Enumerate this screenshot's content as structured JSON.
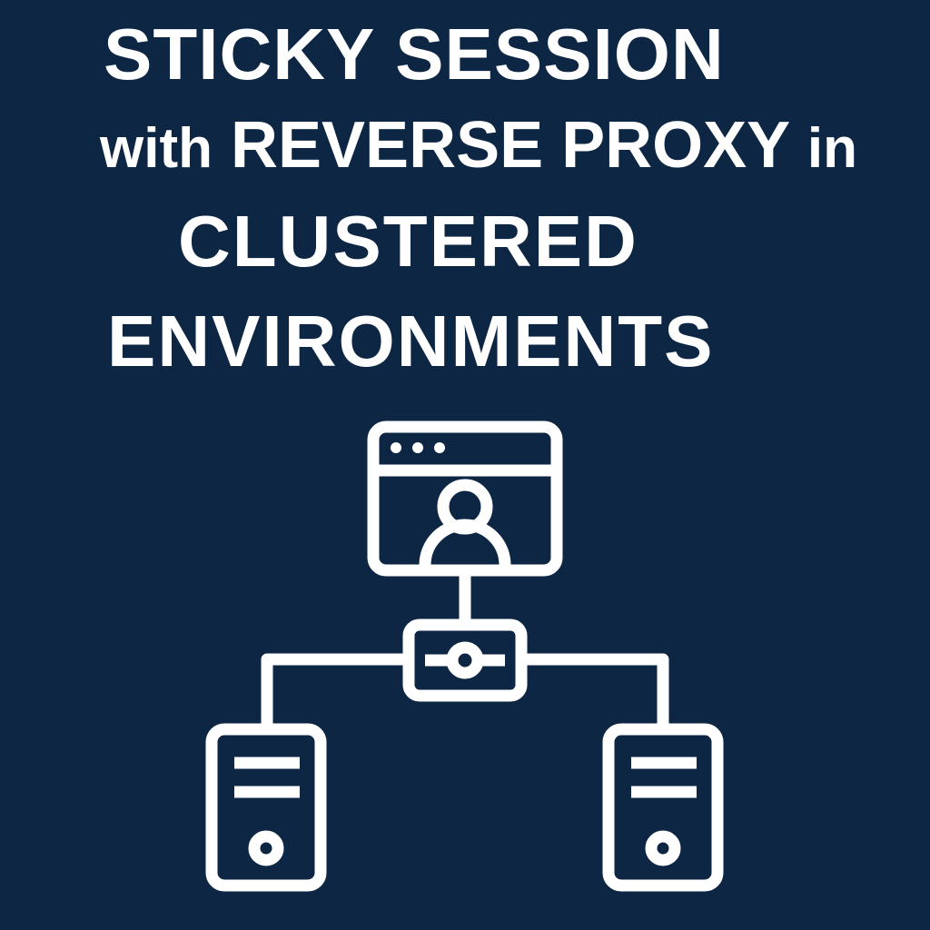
{
  "title": {
    "line1": "STICKY SESSION",
    "line2_prefix": "with",
    "line2_main": "REVERSE PROXY",
    "line2_suffix": "in",
    "line3": "CLUSTERED",
    "line4": "ENVIRONMENTS"
  },
  "colors": {
    "background": "#0d2644",
    "foreground": "#ffffff"
  },
  "diagram": {
    "nodes": [
      {
        "id": "client",
        "icon": "browser-user-icon",
        "label": ""
      },
      {
        "id": "proxy",
        "icon": "reverse-proxy-icon",
        "label": ""
      },
      {
        "id": "server-left",
        "icon": "server-icon",
        "label": ""
      },
      {
        "id": "server-right",
        "icon": "server-icon",
        "label": ""
      }
    ],
    "edges": [
      {
        "from": "client",
        "to": "proxy"
      },
      {
        "from": "proxy",
        "to": "server-left"
      },
      {
        "from": "proxy",
        "to": "server-right"
      }
    ]
  }
}
